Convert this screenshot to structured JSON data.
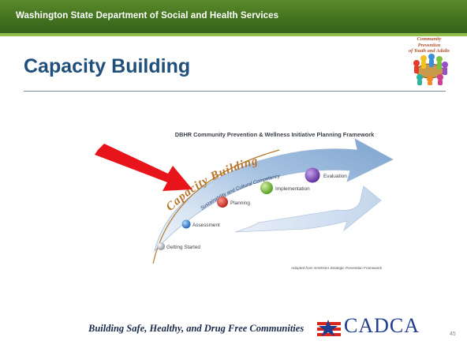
{
  "header": {
    "agency": "Washington State Department of Social and Health Services"
  },
  "slide": {
    "title": "Capacity Building",
    "page_number": "45"
  },
  "logo": {
    "line1": "Community Prevention",
    "line2": "of Youth and Adults"
  },
  "framework": {
    "title": "DBHR Community Prevention & Wellness Initiative Planning Framework",
    "arc_label": "Capacity Building",
    "sub_label": "Sustainability and Cultural Competency",
    "steps": [
      "Getting Started",
      "Assessment",
      "Planning",
      "Implementation",
      "Evaluation"
    ],
    "credit": "Adapted from SAMHSA Strategic Prevention Framework"
  },
  "footer": {
    "tagline": "Building Safe, Healthy, and Drug Free Communities",
    "org_logo": "CADCA"
  },
  "colors": {
    "header_green": "#3f6e1d",
    "title_blue": "#1f4f7a",
    "arrow_red": "#e8141b",
    "cadca_blue": "#1f3c8f",
    "cadca_red": "#d9261c"
  }
}
